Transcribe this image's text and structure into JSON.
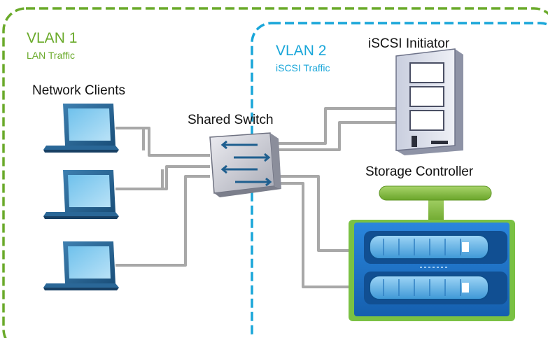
{
  "vlan1": {
    "title": "VLAN 1",
    "subtitle": "LAN Traffic",
    "color": "#6aaa2a"
  },
  "vlan2": {
    "title": "VLAN 2",
    "subtitle": "iSCSI Traffic",
    "color": "#19a6d9"
  },
  "nodes": {
    "clients": {
      "label": "Network Clients",
      "count": 3,
      "icon": "laptop-icon"
    },
    "switch": {
      "label": "Shared Switch",
      "icon": "network-switch-icon"
    },
    "initiator": {
      "label": "iSCSI Initiator",
      "icon": "server-tower-icon"
    },
    "storage": {
      "label": "Storage Controller",
      "icon": "storage-array-icon"
    }
  },
  "colors": {
    "cable": "#a8a8a8",
    "laptop": "#1f5f8f",
    "switch_arrow": "#1f5f8f",
    "storage_fill": "#1e73c8",
    "storage_frame": "#7ac143"
  }
}
